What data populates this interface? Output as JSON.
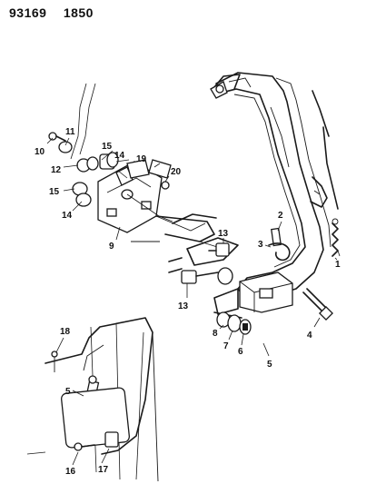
{
  "header": {
    "part_code": "93169",
    "sheet_code": "1850"
  },
  "callouts": [
    {
      "id": "c1",
      "label": "1"
    },
    {
      "id": "c2",
      "label": "2"
    },
    {
      "id": "c3",
      "label": "3"
    },
    {
      "id": "c4",
      "label": "4"
    },
    {
      "id": "c5a",
      "label": "5"
    },
    {
      "id": "c5b",
      "label": "5"
    },
    {
      "id": "c6",
      "label": "6"
    },
    {
      "id": "c7",
      "label": "7"
    },
    {
      "id": "c8",
      "label": "8"
    },
    {
      "id": "c9",
      "label": "9"
    },
    {
      "id": "c10",
      "label": "10"
    },
    {
      "id": "c11",
      "label": "11"
    },
    {
      "id": "c12",
      "label": "12"
    },
    {
      "id": "c13a",
      "label": "13"
    },
    {
      "id": "c13b",
      "label": "13"
    },
    {
      "id": "c14a",
      "label": "14"
    },
    {
      "id": "c14b",
      "label": "14"
    },
    {
      "id": "c15a",
      "label": "15"
    },
    {
      "id": "c15b",
      "label": "15"
    },
    {
      "id": "c16",
      "label": "16"
    },
    {
      "id": "c17",
      "label": "17"
    },
    {
      "id": "c18",
      "label": "18"
    },
    {
      "id": "c19",
      "label": "19"
    },
    {
      "id": "c20",
      "label": "20"
    }
  ]
}
